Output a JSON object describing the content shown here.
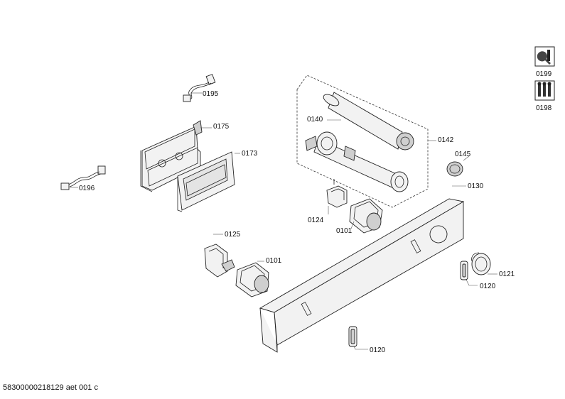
{
  "diagram": {
    "labels": {
      "p0199": "0199",
      "p0198": "0198",
      "p0195": "0195",
      "p0175": "0175",
      "p0173": "0173",
      "p0196": "0196",
      "p0140": "0140",
      "p0142": "0142",
      "p0145": "0145",
      "p0130": "0130",
      "p0124": "0124",
      "p0101a": "0101",
      "p0125": "0125",
      "p0101b": "0101",
      "p0121": "0121",
      "p0120a": "0120",
      "p0120b": "0120"
    },
    "icons": [
      "service-tool-icon",
      "screws-set-icon"
    ]
  },
  "footer": {
    "code": "58300000218129 aet 001 c"
  }
}
